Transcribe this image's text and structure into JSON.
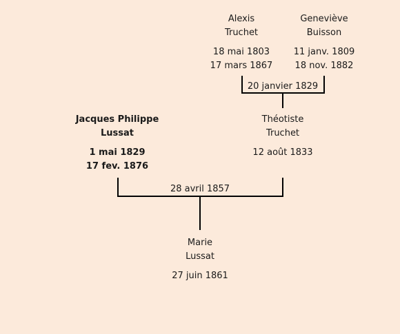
{
  "persons": {
    "alexis": {
      "first": "Alexis",
      "last": "Truchet",
      "birth": "18 mai 1803",
      "death": "17 mars 1867"
    },
    "genevieve": {
      "first": "Geneviève",
      "last": "Buisson",
      "birth": "11 janv. 1809",
      "death": "18 nov. 1882"
    },
    "jacques": {
      "first": "Jacques Philippe",
      "last": "Lussat",
      "birth": "1 mai 1829",
      "death": "17 fev. 1876"
    },
    "theotiste": {
      "first": "Théotiste",
      "last": "Truchet",
      "birth": "12 août 1833"
    },
    "marie": {
      "first": "Marie",
      "last": "Lussat",
      "birth": "27 juin 1861"
    }
  },
  "marriages": {
    "alexis_genevieve": "20 janvier 1829",
    "jacques_theotiste": "28 avril 1857"
  },
  "colors": {
    "background": "#fceadb",
    "line": "#000000"
  }
}
